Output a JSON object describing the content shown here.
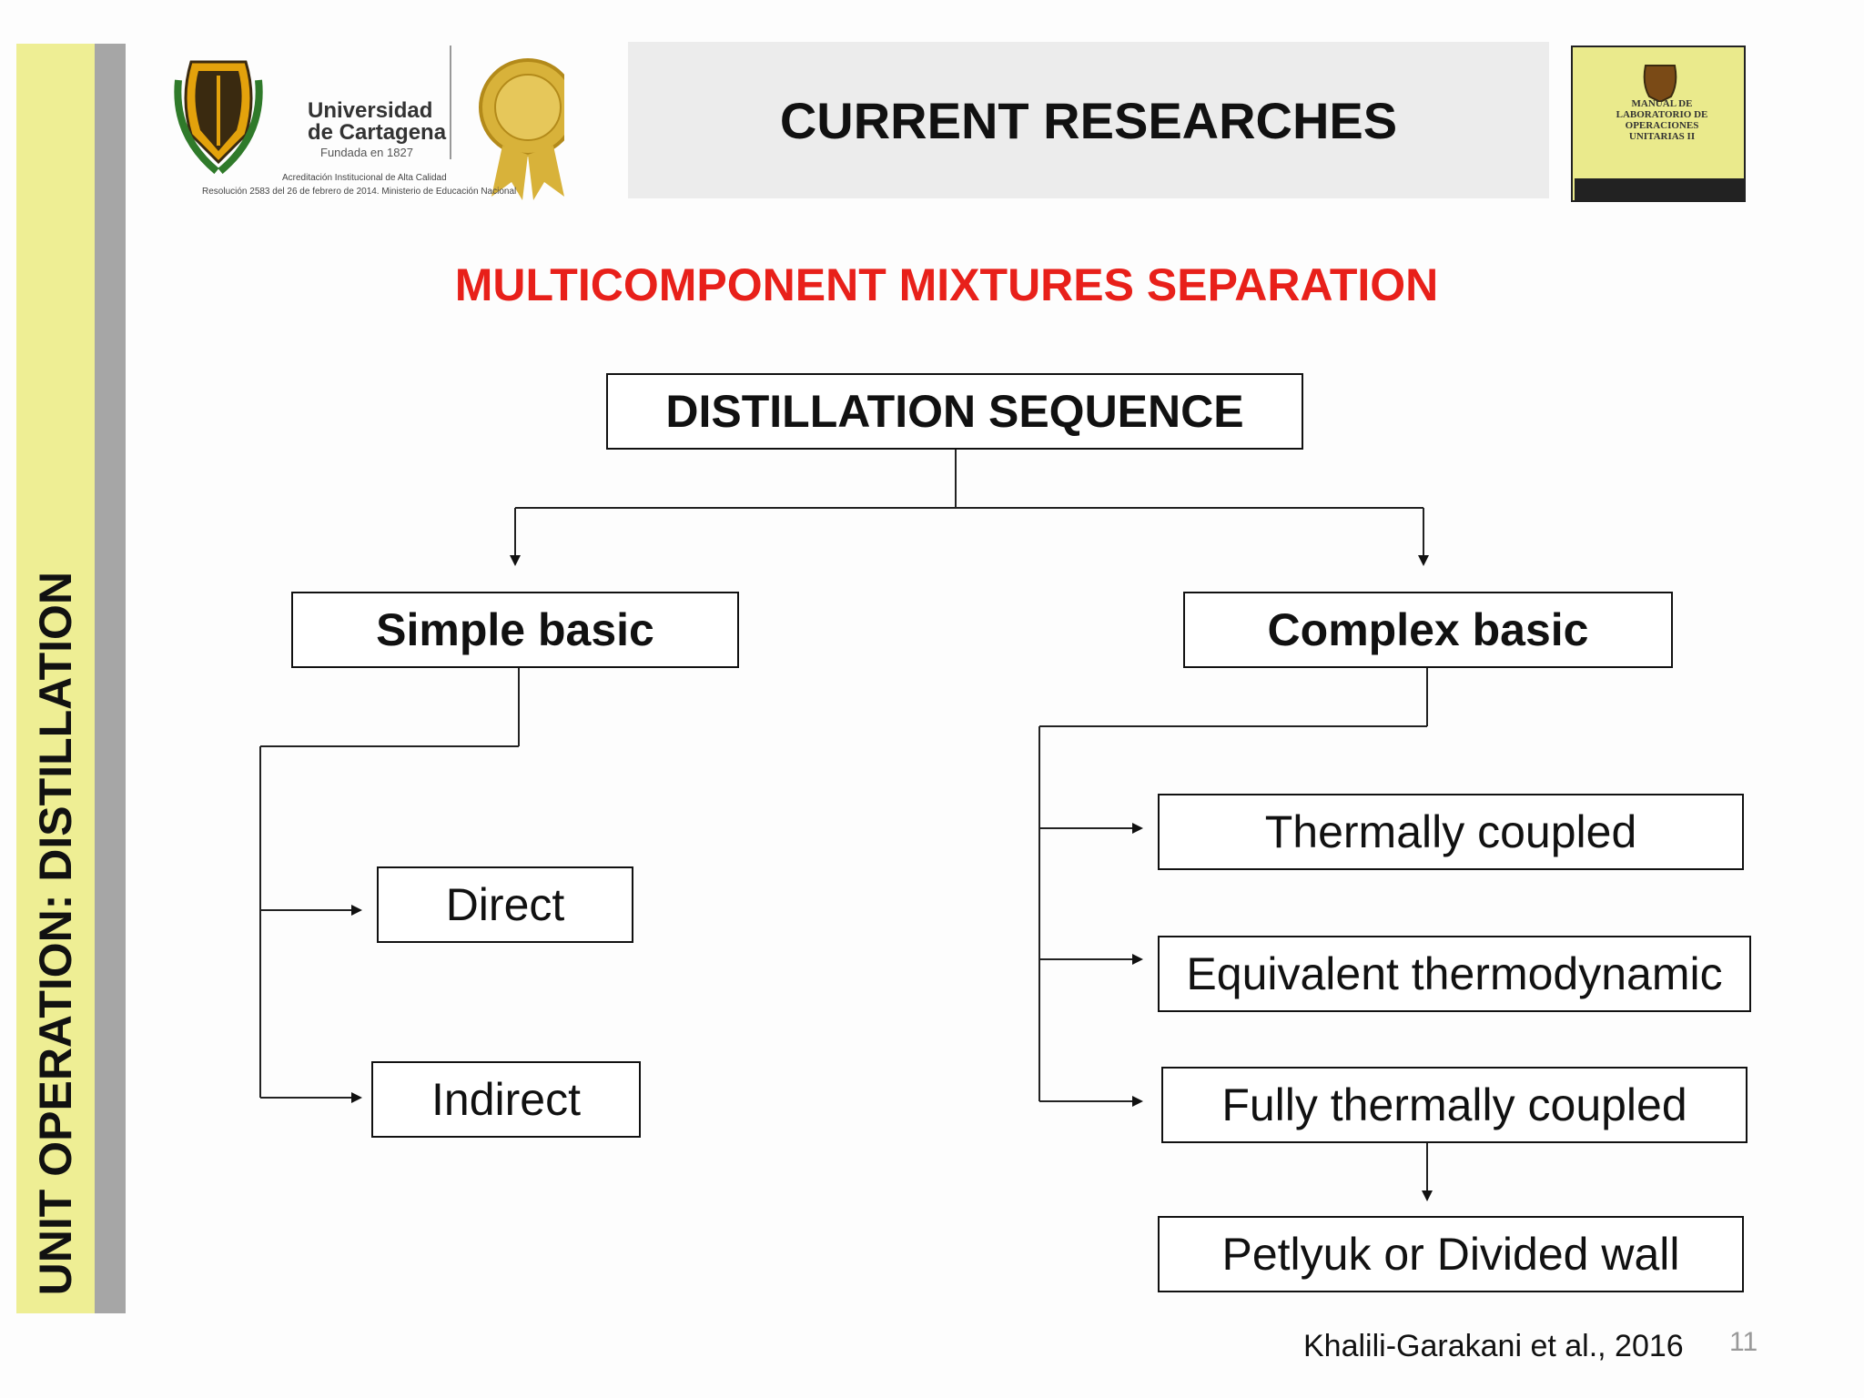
{
  "sidebar": {
    "title": "UNIT OPERATION: DISTILLATION"
  },
  "logo": {
    "name_line1": "Universidad",
    "name_line2": "de Cartagena",
    "founded": "Fundada en 1827",
    "accreditation_line1": "Acreditación Institucional de Alta Calidad",
    "accreditation_line2": "Resolución 2583 del 26 de febrero de 2014. Ministerio de Educación Nacional"
  },
  "header": {
    "title": "CURRENT RESEARCHES"
  },
  "book": {
    "title": "MANUAL DE LABORATORIO DE OPERACIONES UNITARIAS II"
  },
  "subtitle": "MULTICOMPONENT MIXTURES SEPARATION",
  "diagram": {
    "root": "DISTILLATION SEQUENCE",
    "simple": "Simple basic",
    "complex": "Complex basic",
    "direct": "Direct",
    "indirect": "Indirect",
    "thermally_coupled": "Thermally coupled",
    "equivalent": "Equivalent thermodynamic",
    "fully_coupled": "Fully thermally coupled",
    "petlyuk": "Petlyuk or Divided wall"
  },
  "footer": {
    "citation": "Khalili-Garakani et al., 2016",
    "page_number": "11"
  },
  "colors": {
    "sidebar_yellow": "#eeee94",
    "sidebar_gray": "#a6a6a6",
    "subtitle_red": "#e8201a",
    "header_band": "#ececec"
  }
}
